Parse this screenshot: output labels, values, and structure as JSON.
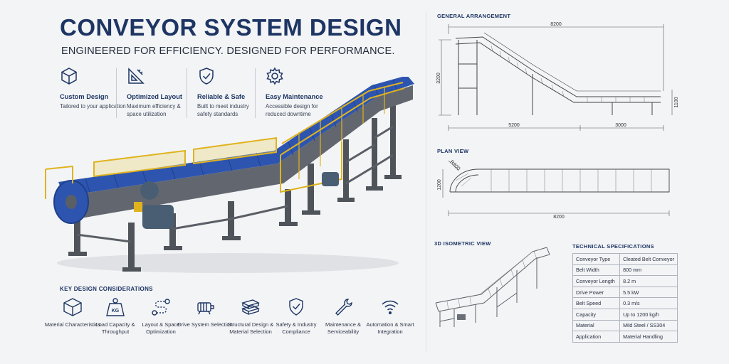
{
  "header": {
    "title": "CONVEYOR SYSTEM DESIGN",
    "subtitle": "ENGINEERED FOR EFFICIENCY. DESIGNED FOR PERFORMANCE."
  },
  "features": [
    {
      "icon": "cube-icon",
      "title": "Custom Design",
      "desc": "Tailored to your application"
    },
    {
      "icon": "ruler-triangle-icon",
      "title": "Optimized Layout",
      "desc": "Maximum efficiency & space utilization"
    },
    {
      "icon": "shield-check-icon",
      "title": "Reliable & Safe",
      "desc": "Built to meet industry safety standards"
    },
    {
      "icon": "gear-icon",
      "title": "Easy Maintenance",
      "desc": "Accessible design for reduced downtime"
    }
  ],
  "considerations": {
    "title": "KEY DESIGN CONSIDERATIONS",
    "items": [
      {
        "icon": "box-icon",
        "label": "Material Characteristics"
      },
      {
        "icon": "weight-kg-icon",
        "label": "Load Capacity & Throughput",
        "icon_text": "KG"
      },
      {
        "icon": "layout-path-icon",
        "label": "Layout & Space Optimization"
      },
      {
        "icon": "motor-icon",
        "label": "Drive System Selection"
      },
      {
        "icon": "beam-icon",
        "label": "Structural Design & Material Selection"
      },
      {
        "icon": "shield-check-icon",
        "label": "Safety & Industry Compliance"
      },
      {
        "icon": "wrench-icon",
        "label": "Maintenance & Serviceability"
      },
      {
        "icon": "wireless-icon",
        "label": "Automation & Smart Integration"
      }
    ]
  },
  "general_arrangement": {
    "title": "GENERAL ARRANGEMENT",
    "overall_length": "8200",
    "height": "3200",
    "incline_length": "5200",
    "flat_length": "3000",
    "flat_height": "1100"
  },
  "plan_view": {
    "title": "PLAN VIEW",
    "radius": "R800",
    "width": "1200",
    "length": "8200"
  },
  "iso_view": {
    "title": "3D ISOMETRIC VIEW"
  },
  "specifications": {
    "title": "TECHNICAL SPECIFICATIONS",
    "rows": [
      {
        "label": "Conveyor Type",
        "value": "Cleated Belt Conveyor"
      },
      {
        "label": "Belt Width",
        "value": "800 mm"
      },
      {
        "label": "Conveyor Length",
        "value": "8.2 m"
      },
      {
        "label": "Drive Power",
        "value": "5.5 kW"
      },
      {
        "label": "Belt Speed",
        "value": "0.3 m/s"
      },
      {
        "label": "Capacity",
        "value": "Up to 1200 kg/h"
      },
      {
        "label": "Material",
        "value": "Mild Steel / SS304"
      },
      {
        "label": "Application",
        "value": "Material Handling"
      }
    ]
  },
  "colors": {
    "brand": "#1d3563",
    "belt": "#2d55b0",
    "frame": "#5a5f66",
    "guard": "#e0b31e"
  }
}
